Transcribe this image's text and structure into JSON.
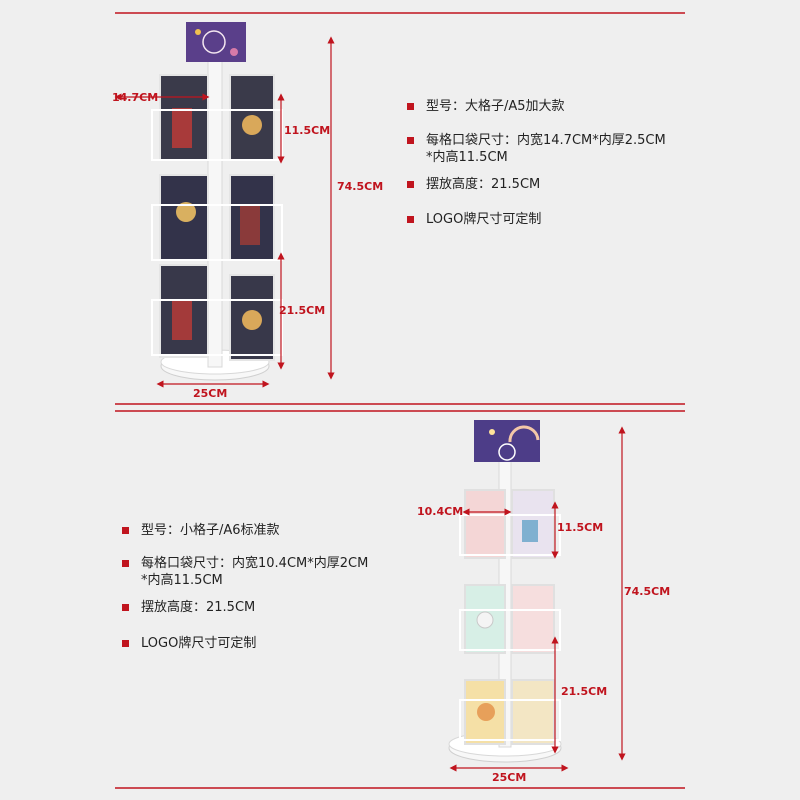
{
  "colors": {
    "accent": "#c0141e",
    "background": "#efefef",
    "rack": "#f6f6f6"
  },
  "top": {
    "dimensions": {
      "pocket_width": "14.7CM",
      "pocket_height": "11.5CM",
      "total_height": "74.5CM",
      "lower_height": "21.5CM",
      "base_width": "25CM"
    },
    "specs": [
      {
        "text": "型号：大格子/A5加大款",
        "cont": ""
      },
      {
        "text": "每格口袋尺寸：内宽14.7CM*内厚2.5CM",
        "cont": "*内高11.5CM"
      },
      {
        "text": "摆放高度：21.5CM",
        "cont": ""
      },
      {
        "text": "LOGO牌尺寸可定制",
        "cont": ""
      }
    ]
  },
  "bottom": {
    "dimensions": {
      "pocket_width": "10.4CM",
      "pocket_height": "11.5CM",
      "total_height": "74.5CM",
      "lower_height": "21.5CM",
      "base_width": "25CM"
    },
    "specs": [
      {
        "text": "型号：小格子/A6标准款",
        "cont": ""
      },
      {
        "text": "每格口袋尺寸：内宽10.4CM*内厚2CM",
        "cont": "*内高11.5CM"
      },
      {
        "text": "摆放高度：21.5CM",
        "cont": ""
      },
      {
        "text": "LOGO牌尺寸可定制",
        "cont": ""
      }
    ]
  }
}
